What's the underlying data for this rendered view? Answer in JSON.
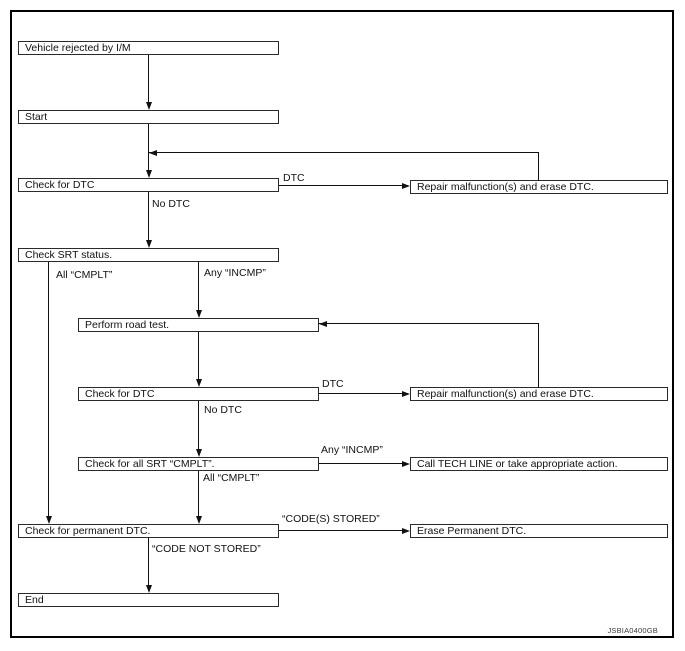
{
  "diagram": {
    "title_hint": "I/M rejected vehicle diagnostic flowchart",
    "ref_code": "JSBIA0400GB",
    "colors": {
      "background": "#ffffff",
      "line": "#111111",
      "box_border": "#2a2a2a",
      "text": "#111111",
      "ref_text": "#3c3c3c"
    },
    "nodes": {
      "vehicle_rejected": {
        "label": "Vehicle rejected by I/M"
      },
      "start": {
        "label": "Start"
      },
      "check_dtc_1": {
        "label": "Check for DTC"
      },
      "check_srt": {
        "label": "Check SRT status."
      },
      "road_test": {
        "label": "Perform road test."
      },
      "check_dtc_2": {
        "label": "Check for DTC"
      },
      "check_all_srt": {
        "label": "Check for all SRT “CMPLT”."
      },
      "check_permanent": {
        "label": "Check for permanent DTC."
      },
      "end": {
        "label": "End"
      },
      "repair_1": {
        "label": "Repair malfunction(s) and erase DTC."
      },
      "repair_2": {
        "label": "Repair malfunction(s) and erase DTC."
      },
      "call_tech": {
        "label": "Call TECH LINE or take appropriate action."
      },
      "erase_permanent": {
        "label": "Erase Permanent DTC."
      }
    },
    "edge_labels": {
      "dtc_1": "DTC",
      "no_dtc_1": "No DTC",
      "all_cmplt_1": "All “CMPLT”",
      "any_incmp_1": "Any “INCMP”",
      "dtc_2": "DTC",
      "no_dtc_2": "No DTC",
      "any_incmp_2": "Any “INCMP”",
      "all_cmplt_2": "All “CMPLT”",
      "codes_stored": "“CODE(S) STORED”",
      "code_not_stored": "“CODE NOT STORED”"
    }
  }
}
